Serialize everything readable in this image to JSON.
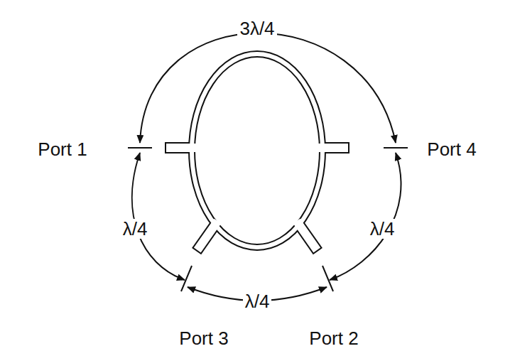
{
  "diagram": {
    "labels": [
      "3λ/4",
      "Port 1",
      "Port 4",
      "λ/4",
      "λ/4",
      "λ/4",
      "Port 3",
      "Port 2"
    ]
  }
}
